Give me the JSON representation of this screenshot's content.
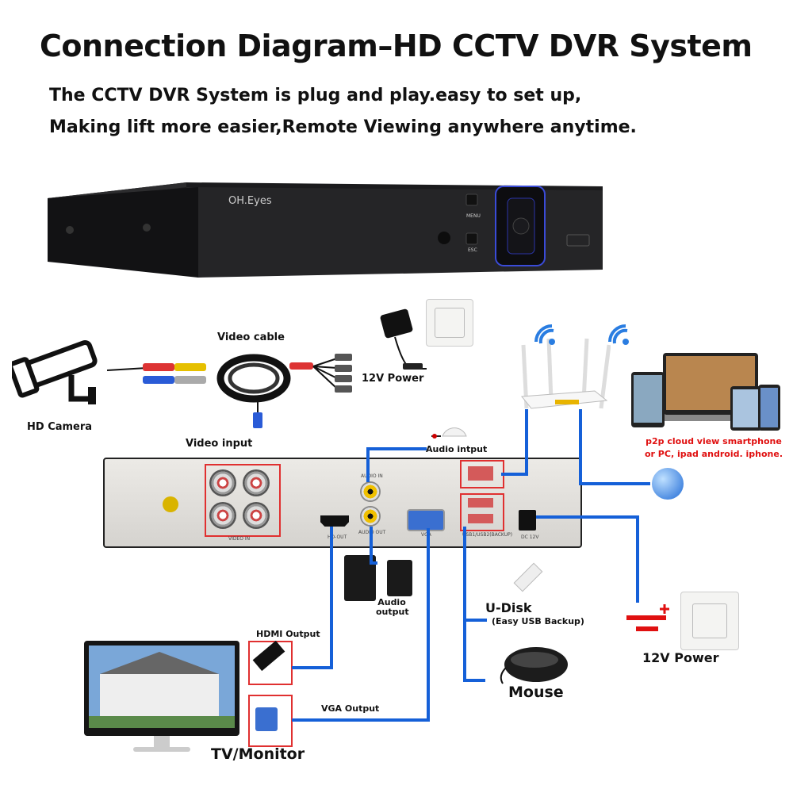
{
  "title": "Connection Diagram–HD CCTV DVR System",
  "subtitle_line1": "The CCTV DVR System is plug and play.easy to set up,",
  "subtitle_line2": "Making lift more easier,Remote Viewing anywhere anytime.",
  "dvr_front": {
    "brand": "OH.Eyes",
    "menu_label": "MENU",
    "esc_label": "ESC"
  },
  "dvr_back": {
    "video_in": "VIDEO IN",
    "audio_in": "AUDIO IN",
    "audio_out": "AUDIO OUT",
    "hdmi_out": "HD-OUT",
    "vga": "VGA",
    "usb": "USB1/USB2(BACKUP)",
    "dc": "DC 12V"
  },
  "labels": {
    "video_cable": "Video cable",
    "hd_camera": "HD Camera",
    "power_12v_top": "12V Power",
    "video_input": "Video input",
    "audio_input": "Audio intput",
    "audio_output": "Audio output",
    "p2p_line1": "p2p cloud view smartphone",
    "p2p_line2": "or PC, ipad android. iphone.",
    "hdmi_output": "HDMI Output",
    "vga_output": "VGA Output",
    "u_disk": "U-Disk",
    "u_disk_note": "(Easy USB Backup)",
    "mouse": "Mouse",
    "power_12v_bottom": "12V Power",
    "tv_monitor": "TV/Monitor"
  },
  "colors": {
    "connector_line": "#1560d8",
    "highlight_box": "#e03030",
    "p2p_text": "#e01010",
    "wifi": "#2a7de1"
  }
}
